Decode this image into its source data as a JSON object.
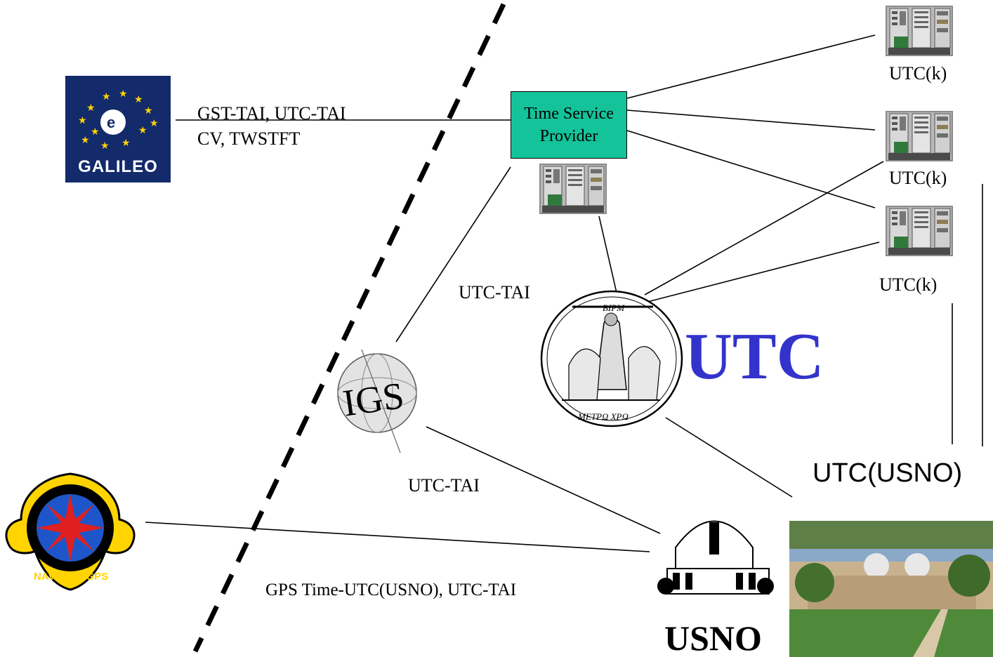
{
  "links": {
    "galileo": "GST-TAI, UTC-TAI",
    "galileo_methods": "CV, TWSTFT",
    "tsp_igs": "UTC-TAI",
    "igs_usno": "UTC-TAI",
    "gps_usno": "GPS Time-UTC(USNO), UTC-TAI"
  },
  "tsp": {
    "line1": "Time Service",
    "line2": "Provider"
  },
  "labs": {
    "lab1": "UTC(k)",
    "lab2": "UTC(k)",
    "lab3": "UTC(k)"
  },
  "bipm": {
    "top_text": "BIPM",
    "bottom_text": "METPΩ XPΩ",
    "utc": "UTC"
  },
  "usno": {
    "timescale": "UTC(USNO)",
    "logo_text": "USNO"
  },
  "galileo": {
    "logo_text": "GALILEO"
  },
  "gps": {
    "logo_text": "NAVSTAR GPS"
  },
  "igs": {
    "logo_text": "IGS"
  },
  "colors": {
    "tsp_fill": "#14c39a",
    "utc_text": "#3333cc",
    "galileo_bg": "#132a6b"
  }
}
